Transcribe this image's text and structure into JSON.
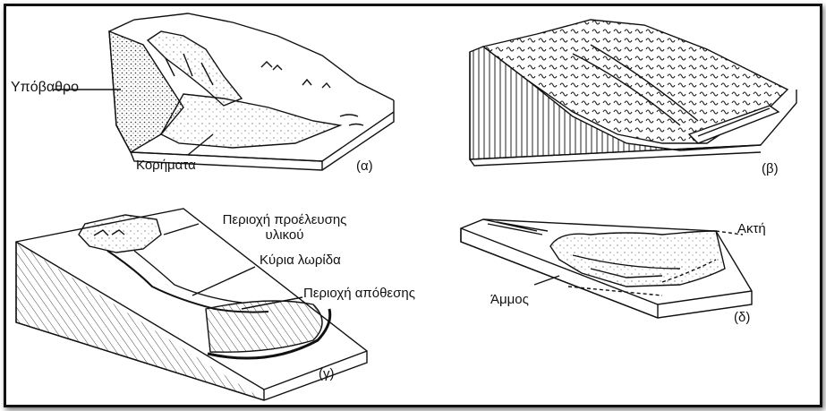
{
  "panels": {
    "a": {
      "tag": "(α)",
      "labels": {
        "bedrock": "Υπόβαθρο",
        "scree": "Κορήματα"
      }
    },
    "b": {
      "tag": "(β)"
    },
    "c": {
      "tag": "(γ)",
      "labels": {
        "source_line1": "Περιοχή προέλευσης",
        "source_line2": "υλικού",
        "main_strip": "Κύρια λωρίδα",
        "deposition": "Περιοχή απόθεσης"
      }
    },
    "d": {
      "tag": "(δ)",
      "labels": {
        "coast": "Ακτή",
        "sand": "Άμμος"
      }
    }
  }
}
